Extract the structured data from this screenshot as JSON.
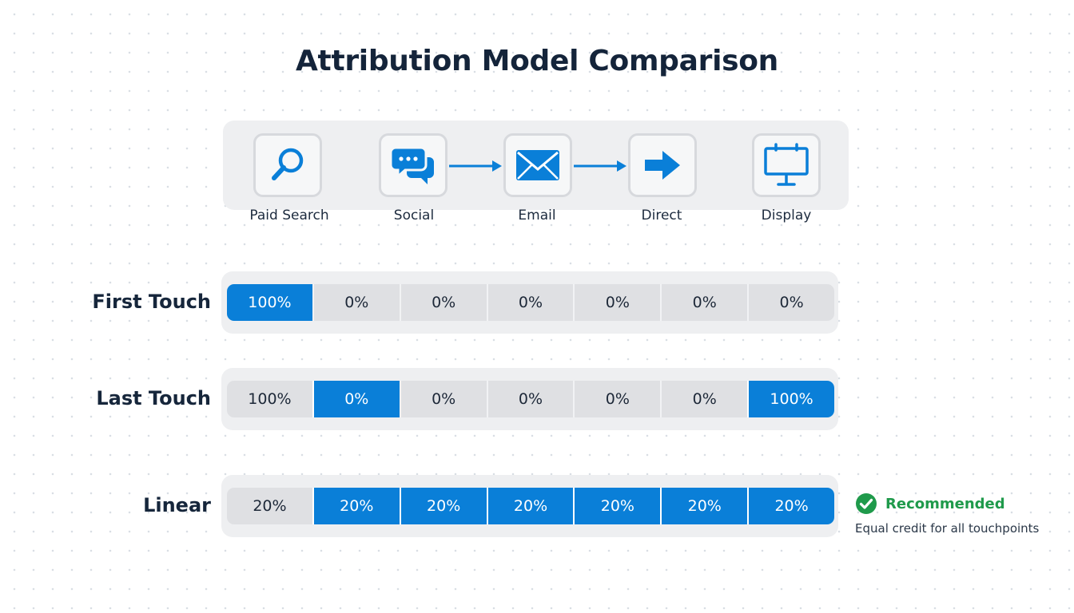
{
  "title": "Attribution Model Comparison",
  "touchpoints": [
    {
      "label": "Paid Search",
      "icon": "search-icon"
    },
    {
      "label": "Social",
      "icon": "chat-bubbles-icon"
    },
    {
      "label": "Email",
      "icon": "envelope-icon"
    },
    {
      "label": "Direct",
      "icon": "arrow-right-icon"
    },
    {
      "label": "Display",
      "icon": "billboard-icon"
    }
  ],
  "models": [
    {
      "name": "First Touch",
      "cells": [
        {
          "text": "100%",
          "highlighted": true
        },
        {
          "text": "0%",
          "highlighted": false
        },
        {
          "text": "0%",
          "highlighted": false
        },
        {
          "text": "0%",
          "highlighted": false
        },
        {
          "text": "0%",
          "highlighted": false
        },
        {
          "text": "0%",
          "highlighted": false
        },
        {
          "text": "0%",
          "highlighted": false
        }
      ]
    },
    {
      "name": "Last Touch",
      "cells": [
        {
          "text": "100%",
          "highlighted": false
        },
        {
          "text": "0%",
          "highlighted": true
        },
        {
          "text": "0%",
          "highlighted": false
        },
        {
          "text": "0%",
          "highlighted": false
        },
        {
          "text": "0%",
          "highlighted": false
        },
        {
          "text": "0%",
          "highlighted": false
        },
        {
          "text": "100%",
          "highlighted": true
        }
      ]
    },
    {
      "name": "Linear",
      "cells": [
        {
          "text": "20%",
          "highlighted": false
        },
        {
          "text": "20%",
          "highlighted": true
        },
        {
          "text": "20%",
          "highlighted": true
        },
        {
          "text": "20%",
          "highlighted": true
        },
        {
          "text": "20%",
          "highlighted": true
        },
        {
          "text": "20%",
          "highlighted": true
        },
        {
          "text": "20%",
          "highlighted": true
        }
      ]
    }
  ],
  "recommendation": {
    "title": "Recommended",
    "subtitle": "Equal credit for all touchpoints",
    "icon": "check-circle-icon"
  },
  "colors": {
    "accent": "#0a7fd8",
    "cell_off": "#dfe0e3",
    "recommended": "#1f9a4b"
  }
}
